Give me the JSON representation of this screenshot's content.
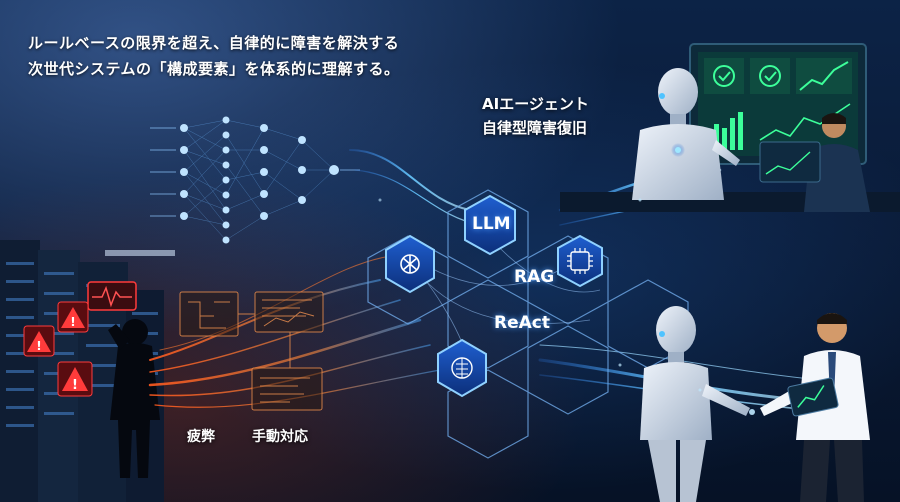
{
  "headline": {
    "line1": "ルールベースの限界を超え、自律的に障害を解決する",
    "line2": "次世代システムの「構成要素」を体系的に理解する。"
  },
  "captions": {
    "agent_line1": "AIエージェント",
    "agent_line2": "自律型障害復旧",
    "fatigue": "疲弊",
    "manual": "手動対応"
  },
  "hexes": {
    "llm": "LLM",
    "rag": "RAG",
    "react": "ReAct"
  },
  "icons": [
    "warning-icon",
    "heartbeat-icon",
    "openai-icon",
    "chip-icon",
    "brain-icon",
    "check-icon"
  ],
  "colors": {
    "background": "#061226",
    "accent_blue": "#4aa8ff",
    "alert_red": "#ff3b3b",
    "fire_orange": "#ff5a1f",
    "dashboard_green": "#3cff9a"
  }
}
